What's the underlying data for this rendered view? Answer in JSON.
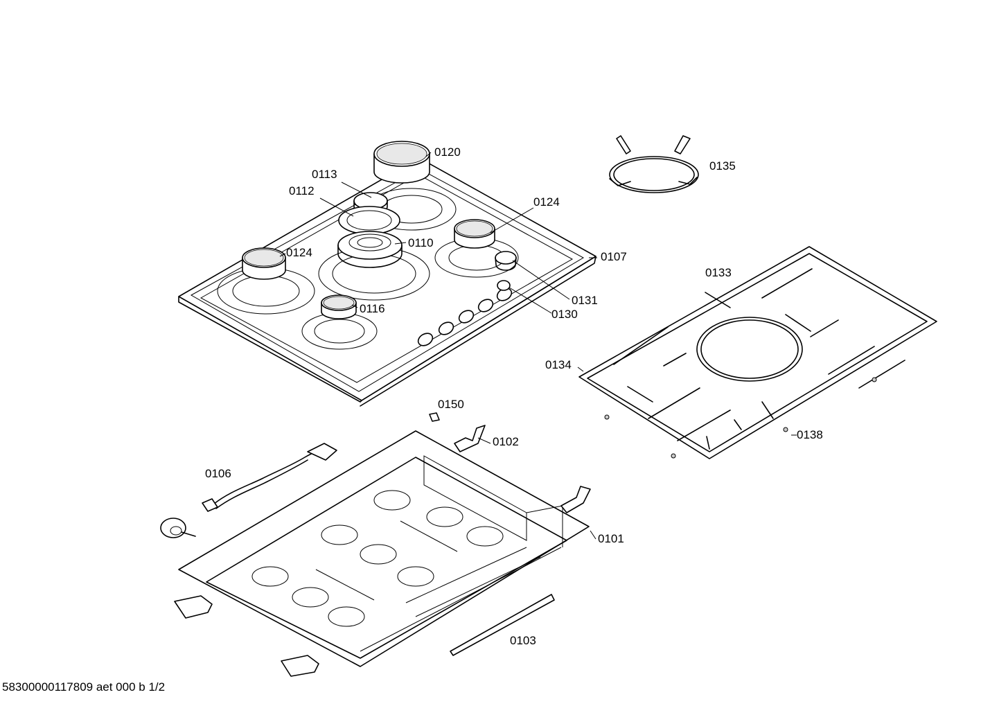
{
  "labels": {
    "p0120": "0120",
    "p0113": "0113",
    "p0112": "0112",
    "p0124a": "0124",
    "p0124b": "0124",
    "p0110": "0110",
    "p0107": "0107",
    "p0131": "0131",
    "p0130": "0130",
    "p0116": "0116",
    "p0135": "0135",
    "p0133": "0133",
    "p0134": "0134",
    "p0138": "0138",
    "p0150": "0150",
    "p0102": "0102",
    "p0106": "0106",
    "p0101": "0101",
    "p0103": "0103"
  },
  "footer": "58300000117809 aet 000 b 1/2"
}
